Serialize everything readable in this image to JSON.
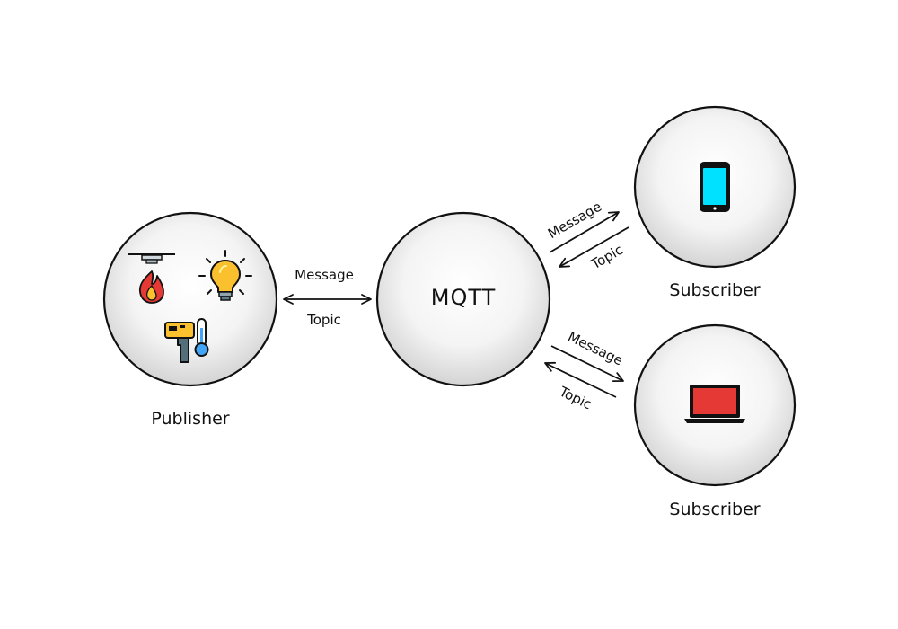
{
  "nodes": {
    "publisher": {
      "label": "Publisher",
      "icons": [
        "smoke-detector-icon",
        "light-bulb-icon",
        "thermal-scanner-icon"
      ]
    },
    "broker": {
      "label": "MQTT"
    },
    "subscriber_phone": {
      "label": "Subscriber",
      "icons": [
        "smartphone-icon"
      ]
    },
    "subscriber_laptop": {
      "label": "Subscriber",
      "icons": [
        "laptop-icon"
      ]
    }
  },
  "edges": {
    "publisher_broker": {
      "message": "Message",
      "topic": "Topic"
    },
    "broker_phone": {
      "message": "Message",
      "topic": "Topic"
    },
    "broker_laptop": {
      "message": "Message",
      "topic": "Topic"
    }
  },
  "colors": {
    "node_fill_center": "#ffffff",
    "node_fill_edge": "#dadada",
    "stroke": "#111111",
    "phone_screen": "#00e0ff",
    "laptop_screen": "#e53935",
    "flame": "#e53935",
    "flame_inner": "#fbc02d",
    "bulb": "#fbc02d",
    "scanner": "#fbc02d",
    "thermometer": "#42a5f5"
  }
}
